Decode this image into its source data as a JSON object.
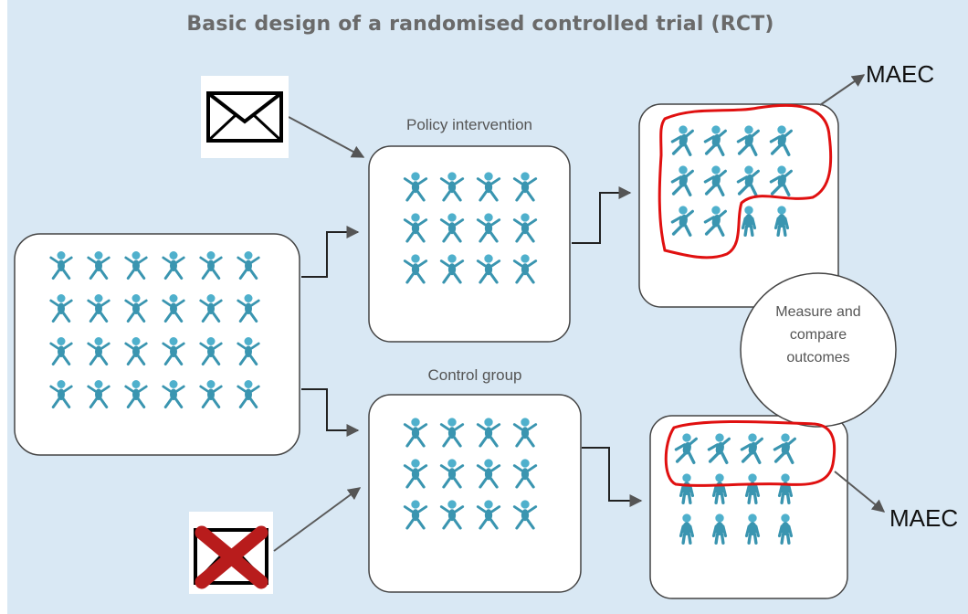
{
  "title": "Basic design of a randomised controlled trial (RCT)",
  "labels": {
    "policy": "Policy intervention",
    "control": "Control group",
    "measure_line1": "Measure and",
    "measure_line2": "compare",
    "measure_line3": "outcomes"
  },
  "annotations": {
    "maec_top": "MAEC",
    "maec_bottom": "MAEC"
  },
  "colors": {
    "panel": "#d9e8f4",
    "figure": "#3a95b0",
    "figure_light": "#4fb0cc",
    "highlight": "#e01010",
    "cross": "#b81c1c",
    "arrow": "#555555"
  },
  "icons": {
    "letter": "envelope-icon",
    "no_letter": "crossed-envelope-icon"
  }
}
